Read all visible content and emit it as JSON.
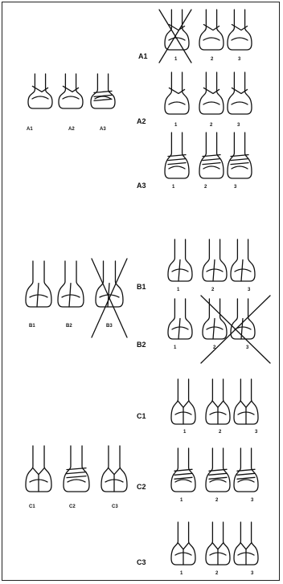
{
  "left_groups": {
    "a": [
      "A1",
      "A2",
      "A3"
    ],
    "b": [
      "B1",
      "B2",
      "B3"
    ],
    "c": [
      "C1",
      "C2",
      "C3"
    ]
  },
  "right_rows": [
    {
      "label": "A1",
      "nums": [
        "1",
        "2",
        "3"
      ]
    },
    {
      "label": "A2",
      "nums": [
        "1",
        "2",
        "3"
      ]
    },
    {
      "label": "A3",
      "nums": [
        "1",
        "2",
        "3"
      ]
    },
    {
      "label": "B1",
      "nums": [
        "1",
        "2",
        "3"
      ]
    },
    {
      "label": "B2",
      "nums": [
        "1",
        "2",
        "3"
      ]
    },
    {
      "label": "C1",
      "nums": [
        "1",
        "2",
        "3"
      ]
    },
    {
      "label": "C2",
      "nums": [
        "1",
        "2",
        "3"
      ]
    },
    {
      "label": "C3",
      "nums": [
        "1",
        "2",
        "3"
      ]
    }
  ],
  "crossed_out": [
    "B3",
    "A1-1",
    "B2-2",
    "B2-3"
  ],
  "colors": {
    "ink": "#111111",
    "paper": "#ffffff"
  }
}
